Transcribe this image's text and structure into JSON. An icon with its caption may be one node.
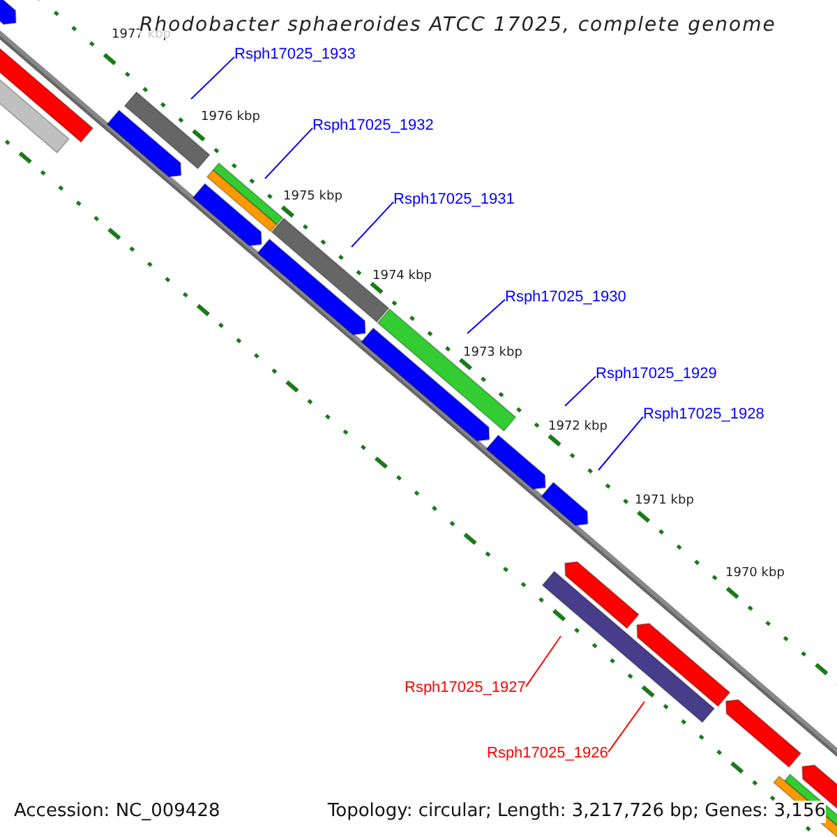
{
  "diagram": {
    "title": "Rhodobacter sphaeroides ATCC 17025, complete genome",
    "nodes": [
      {
        "text": [
          "Rsph17025_1933"
        ]
      },
      {
        "text": [
          "Rsph17025_1932"
        ]
      },
      {
        "text": [
          "Rsph17025_1931"
        ]
      },
      {
        "text": [
          "Rsph17025_1930"
        ]
      },
      {
        "text": [
          "Rsph17025_1929"
        ]
      },
      {
        "text": [
          "Rsph17025_1928"
        ]
      },
      {
        "text": [
          "Rsph17025_1927"
        ]
      },
      {
        "text": [
          "Rsph17025_1926"
        ]
      }
    ],
    "edges": [
      {
        "from": 0,
        "to": null,
        "arrow": "none"
      },
      {
        "from": 1,
        "to": null,
        "arrow": "none"
      },
      {
        "from": 2,
        "to": null,
        "arrow": "none"
      },
      {
        "from": 3,
        "to": null,
        "arrow": "none"
      },
      {
        "from": 4,
        "to": null,
        "arrow": "none"
      },
      {
        "from": 5,
        "to": null,
        "arrow": "none"
      },
      {
        "from": 6,
        "to": null,
        "arrow": "none",
        "color": "#ff0000"
      },
      {
        "from": 7,
        "to": null,
        "arrow": "none",
        "color": "#ff0000"
      }
    ],
    "labels": [
      "1977 kbp",
      "1976 kbp",
      "1975 kbp",
      "1974 kbp",
      "1973 kbp",
      "1972 kbp",
      "1971 kbp",
      "1970 kbp",
      "Accession: NC_009428",
      "Topology: circular; Length: 3,217,726 bp; Genes: 3,156"
    ]
  }
}
